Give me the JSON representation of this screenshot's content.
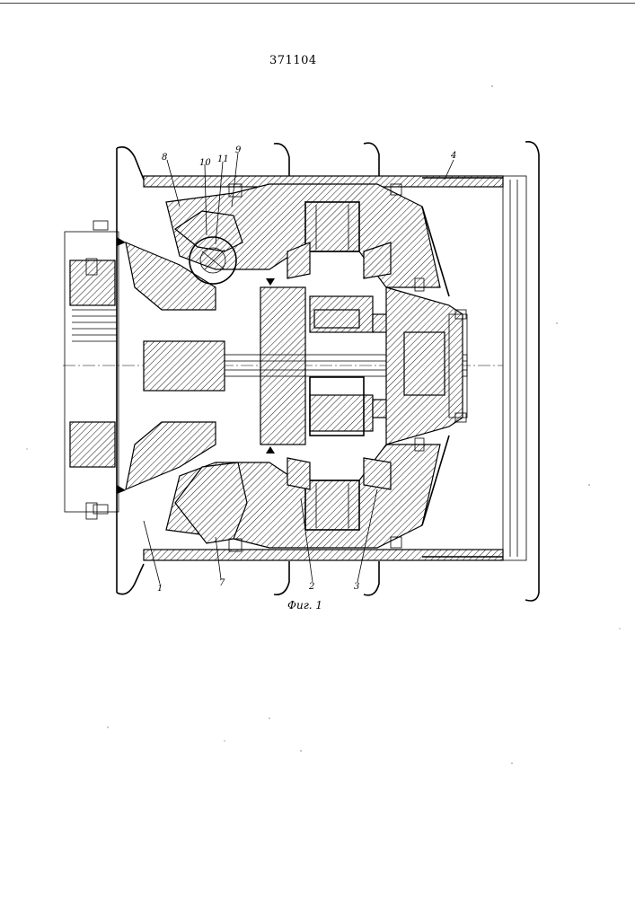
{
  "document": {
    "patent_number": "371104",
    "figure_caption": "Фиг. 1"
  },
  "drawing": {
    "callouts": [
      "8",
      "10",
      "11",
      "9",
      "4",
      "1",
      "7",
      "2",
      "3"
    ]
  }
}
